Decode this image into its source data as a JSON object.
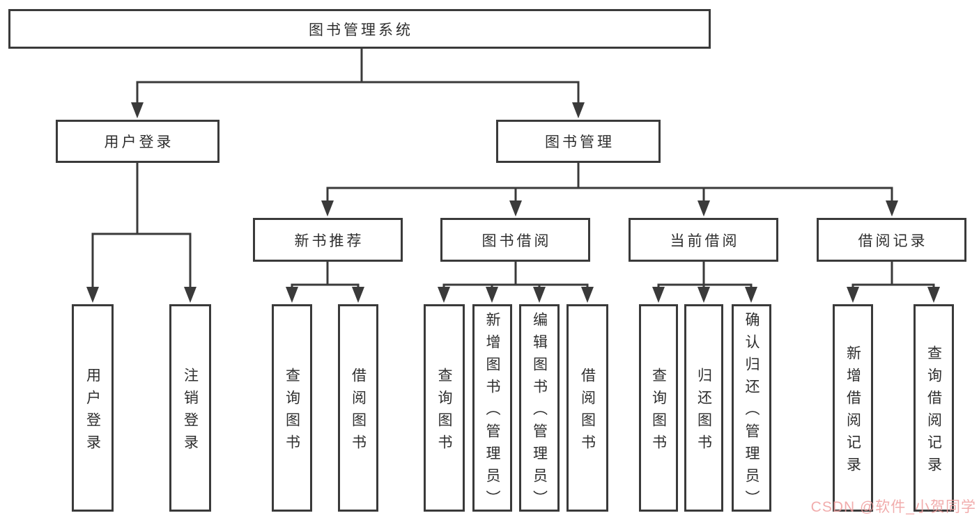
{
  "colors": {
    "line": "#3a3a3a",
    "box_border": "#3a3a3a",
    "background": "#ffffff",
    "watermark": "#ef9e9e"
  },
  "tree": {
    "root": {
      "label": "图书管理系统",
      "children": [
        {
          "label": "用户登录",
          "children": [
            {
              "label": "用户登录"
            },
            {
              "label": "注销登录"
            }
          ]
        },
        {
          "label": "图书管理",
          "children": [
            {
              "label": "新书推荐",
              "children": [
                {
                  "label": "查询图书"
                },
                {
                  "label": "借阅图书"
                }
              ]
            },
            {
              "label": "图书借阅",
              "children": [
                {
                  "label": "查询图书"
                },
                {
                  "label": "新增图书（管理员）"
                },
                {
                  "label": "编辑图书（管理员）"
                },
                {
                  "label": "借阅图书"
                }
              ]
            },
            {
              "label": "当前借阅",
              "children": [
                {
                  "label": "查询图书"
                },
                {
                  "label": "归还图书"
                },
                {
                  "label": "确认归还（管理员）"
                }
              ]
            },
            {
              "label": "借阅记录",
              "children": [
                {
                  "label": "新增借阅记录"
                },
                {
                  "label": "查询借阅记录"
                }
              ]
            }
          ]
        }
      ]
    }
  },
  "watermark": {
    "text": "CSDN @软件_小贺同学"
  }
}
